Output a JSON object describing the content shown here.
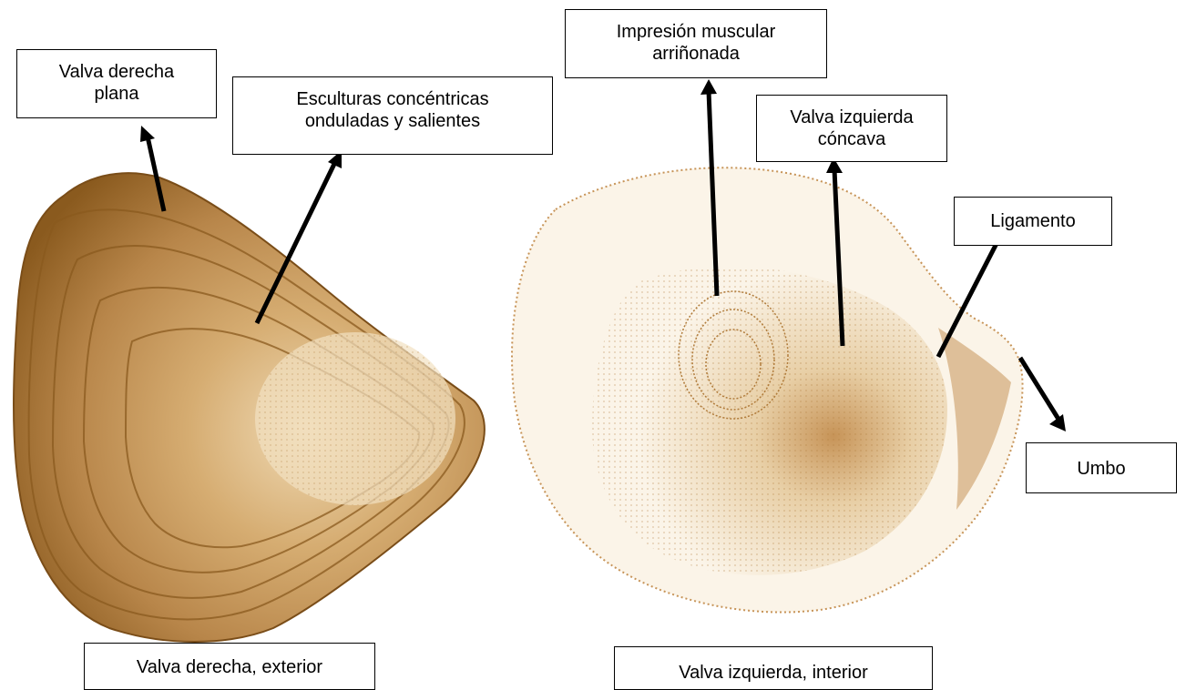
{
  "colors": {
    "shell_dark": "#8a5a1e",
    "shell_mid": "#b8864a",
    "shell_light": "#d6ad72",
    "shell_pale": "#efd9b3",
    "interior_dot": "#b07b3a",
    "arrow": "#000000"
  },
  "labels": {
    "valva_derecha_plana": "Valva derecha\nplana",
    "esculturas": "Esculturas concéntricas\nonduladas y salientes",
    "impresion_muscular": "Impresión muscular\narriñonada",
    "valva_izquierda_concava": "Valva izquierda\ncóncava",
    "ligamento": "Ligamento",
    "umbo": "Umbo"
  },
  "captions": {
    "exterior": "Valva derecha, exterior",
    "interior": "Valva izquierda, interior"
  },
  "figures": {
    "right_valve": "right-valve-exterior-illustration",
    "left_valve": "left-valve-interior-illustration"
  }
}
